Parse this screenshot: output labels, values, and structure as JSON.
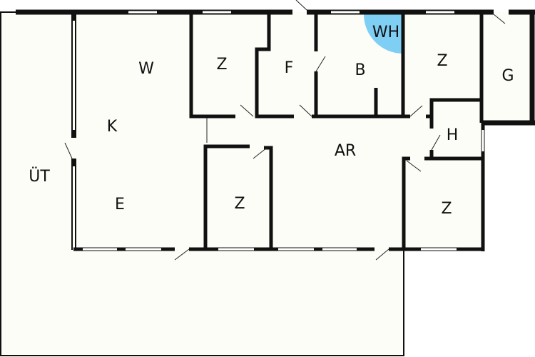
{
  "colors": {
    "floor": "#fdfdf8",
    "wall": "#111111",
    "wet_area": "#7fcff5"
  },
  "rooms": [
    {
      "id": "living",
      "label": "W"
    },
    {
      "id": "room1",
      "label": "Z"
    },
    {
      "id": "hall-f",
      "label": "F"
    },
    {
      "id": "wet-zone",
      "label": "WH"
    },
    {
      "id": "bath",
      "label": "B"
    },
    {
      "id": "room2",
      "label": "Z"
    },
    {
      "id": "garage",
      "label": "G"
    },
    {
      "id": "kitchen",
      "label": "K"
    },
    {
      "id": "utility",
      "label": "H"
    },
    {
      "id": "work",
      "label": "AR"
    },
    {
      "id": "terrace",
      "label": "ÜT"
    },
    {
      "id": "dining",
      "label": "E"
    },
    {
      "id": "room3",
      "label": "Z"
    },
    {
      "id": "room4",
      "label": "Z"
    }
  ]
}
